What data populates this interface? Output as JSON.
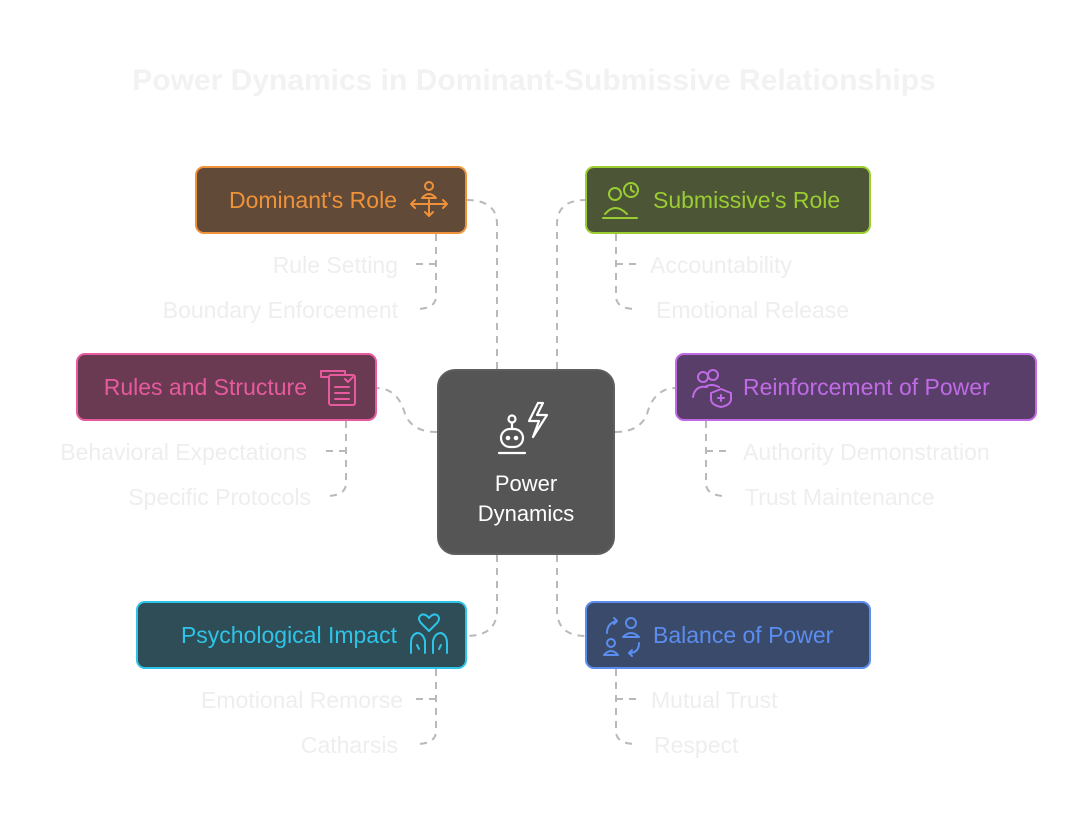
{
  "title": "Power Dynamics in Dominant-Submissive Relationships",
  "center": {
    "line1": "Power",
    "line2": "Dynamics",
    "icon": "robot-lightning-icon"
  },
  "branches": {
    "dominant": {
      "label": "Dominant's Role",
      "icon": "person-arrows-icon",
      "color": "#f0923a",
      "fill": "#614a37",
      "items": [
        "Rule Setting",
        "Boundary Enforcement"
      ]
    },
    "submissive": {
      "label": "Submissive's Role",
      "icon": "person-clock-icon",
      "color": "#9acd32",
      "fill": "#4c5536",
      "items": [
        "Accountability",
        "Emotional Release"
      ]
    },
    "rules": {
      "label": "Rules and Structure",
      "icon": "checklist-icon",
      "color": "#e85a9e",
      "fill": "#6a3a52",
      "items": [
        "Behavioral Expectations",
        "Specific Protocols"
      ]
    },
    "reinforcement": {
      "label": "Reinforcement of Power",
      "icon": "users-shield-icon",
      "color": "#c06ae6",
      "fill": "#5a3e6a",
      "items": [
        "Authority Demonstration",
        "Trust Maintenance"
      ]
    },
    "psychological": {
      "label": "Psychological Impact",
      "icon": "hands-heart-icon",
      "color": "#2ec4e8",
      "fill": "#2f4d56",
      "items": [
        "Emotional Remorse",
        "Catharsis"
      ]
    },
    "balance": {
      "label": "Balance of Power",
      "icon": "users-swap-icon",
      "color": "#5b8df0",
      "fill": "#3a4a6a",
      "items": [
        "Mutual Trust",
        "Respect"
      ]
    }
  }
}
